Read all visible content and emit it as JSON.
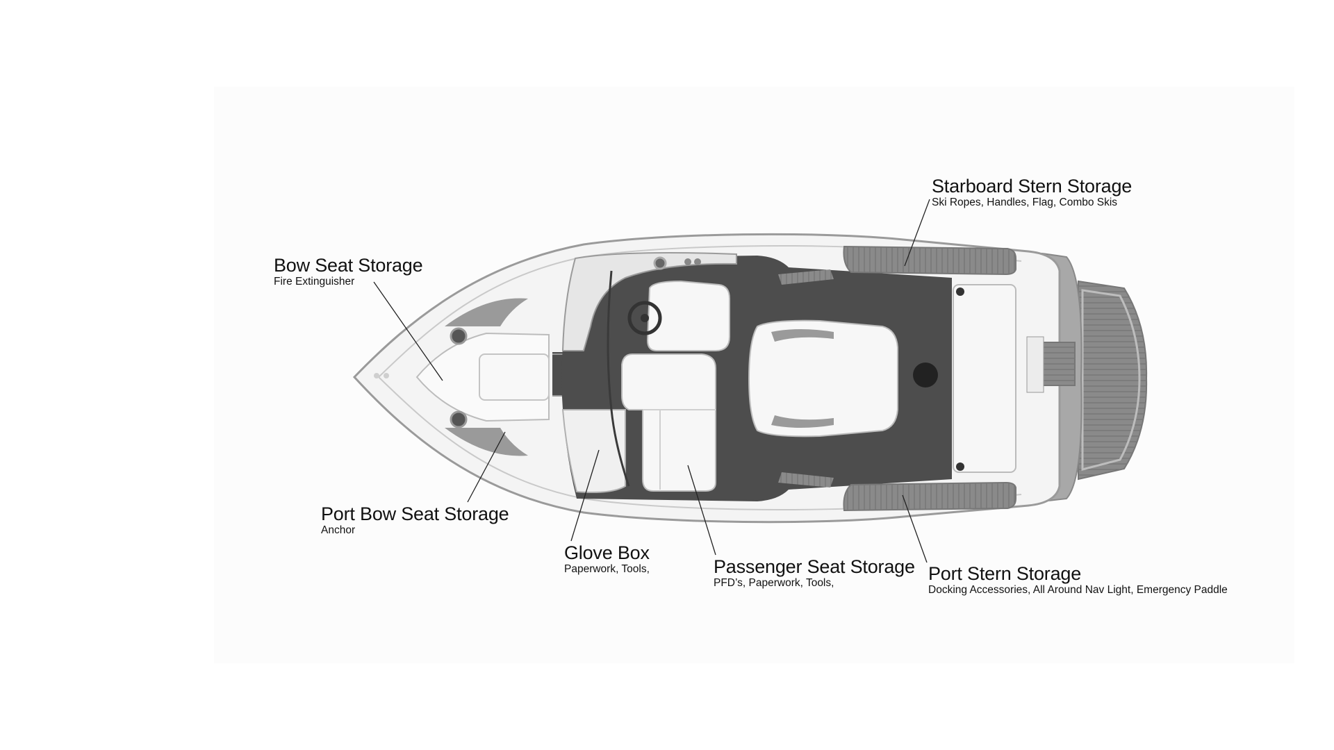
{
  "callouts": {
    "starboard_stern": {
      "title": "Starboard Stern Storage",
      "desc": "Ski Ropes, Handles, Flag, Combo Skis"
    },
    "bow_seat": {
      "title": "Bow Seat Storage",
      "desc": "Fire Extinguisher"
    },
    "port_bow": {
      "title": "Port Bow Seat Storage",
      "desc": "Anchor"
    },
    "glove_box": {
      "title": "Glove Box",
      "desc": "Paperwork, Tools,"
    },
    "passenger_seat": {
      "title": "Passenger Seat Storage",
      "desc": "PFD’s, Paperwork, Tools,"
    },
    "port_stern": {
      "title": "Port Stern Storage",
      "desc": "Docking Accessories, All Around Nav Light, Emergency Paddle"
    }
  },
  "colors": {
    "hull": "#f4f4f4",
    "hull_outline": "#9a9a9a",
    "floor": "#4d4d4d",
    "seat": "#f7f7f7",
    "teak_pad": "#858585",
    "leader_line": "#222222"
  }
}
